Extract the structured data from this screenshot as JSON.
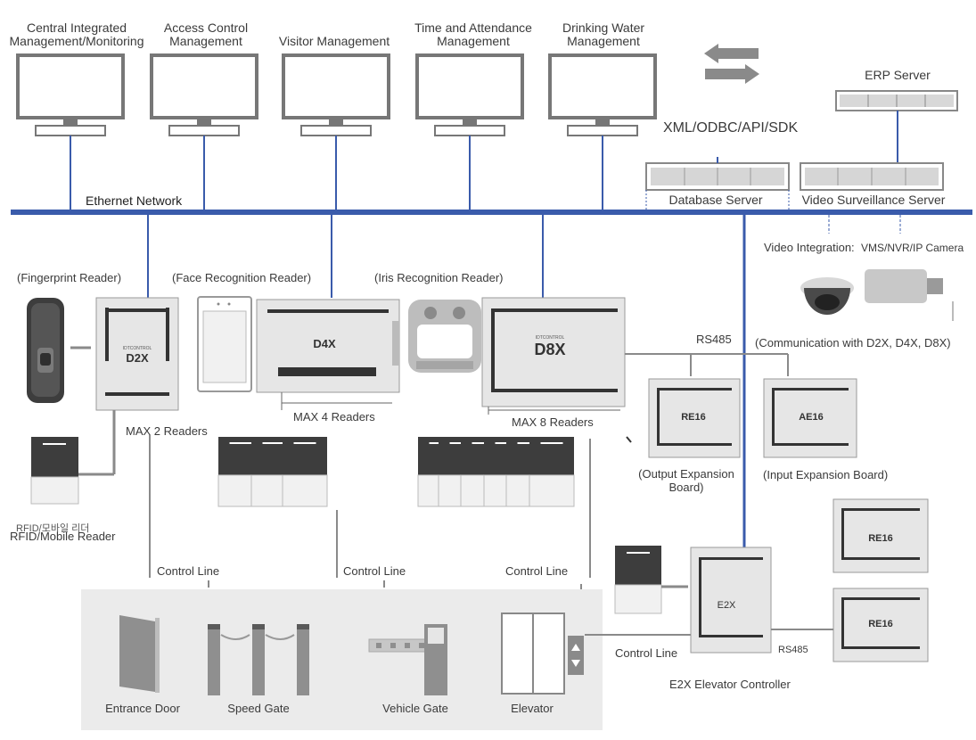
{
  "workstations": [
    {
      "label": "Central Integrated\nManagement/Monitoring"
    },
    {
      "label": "Access Control\nManagement"
    },
    {
      "label": "Visitor Management"
    },
    {
      "label": "Time and Attendance\nManagement"
    },
    {
      "label": "Drinking Water\nManagement"
    }
  ],
  "protocols": "XML/ODBC/API/SDK",
  "servers": {
    "erp": "ERP Server",
    "database": "Database Server",
    "video": "Video Surveillance Server"
  },
  "network_label": "Ethernet Network",
  "video_integration": {
    "label": "Video Integration:",
    "sub": "VMS/NVR/IP Camera"
  },
  "readers": {
    "fingerprint": "(Fingerprint Reader)",
    "face": "(Face Recognition Reader)",
    "iris": "(Iris Recognition Reader)",
    "rfid_korean": "RFID/모바일 리더",
    "rfid": "RFID/Mobile Reader"
  },
  "controllers": {
    "d2x": {
      "name": "D2X",
      "caption": "MAX 2 Readers"
    },
    "d4x": {
      "name": "D4X",
      "caption": "MAX 4 Readers"
    },
    "d8x": {
      "name": "D8X",
      "caption": "MAX 8 Readers"
    },
    "e2x": {
      "name": "E2X",
      "caption": "E2X Elevator Controller"
    },
    "brand": "IDTCONTROL"
  },
  "expansion": {
    "rs485_top": "RS485",
    "communication": "(Communication with D2X, D4X, D8X)",
    "re16_name": "RE16",
    "ae16_name": "AE16",
    "output_board": "(Output Expansion\nBoard)",
    "input_board": "(Input Expansion Board)",
    "rs485_bottom": "RS485"
  },
  "control_lines": [
    "Control Line",
    "Control Line",
    "Control Line",
    "Control Line"
  ],
  "endpoints": [
    "Entrance Door",
    "Speed Gate",
    "Vehicle Gate",
    "Elevator"
  ],
  "colors": {
    "network_blue": "#3a5bab",
    "line_gray": "#8a8a8a",
    "panel_bg": "#ebebeb",
    "board_bg": "#e6e6e6",
    "device_dark": "#3d3d3d"
  }
}
